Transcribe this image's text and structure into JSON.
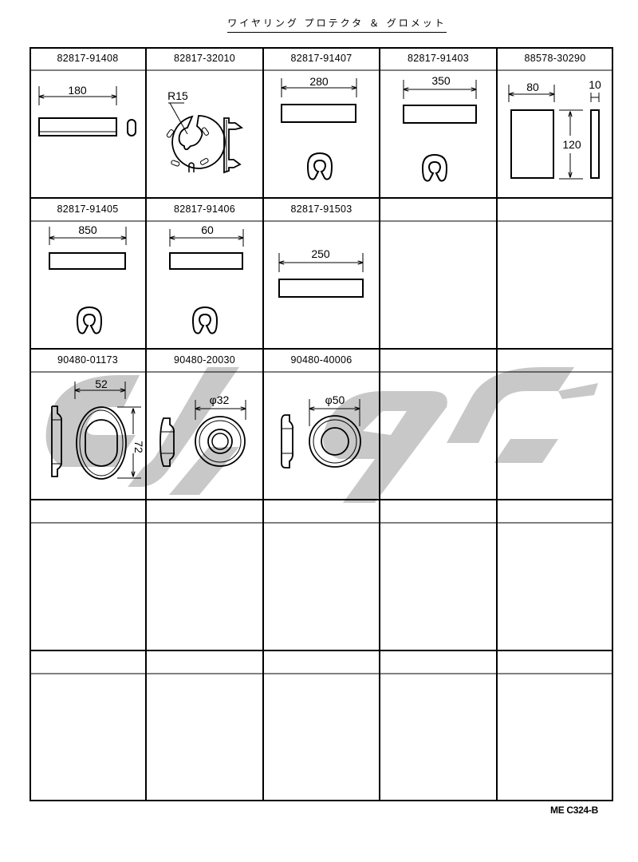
{
  "title": "ワイヤリング プロテクタ ＆ グロメット",
  "footer_code": "ME C324-B",
  "columns": 5,
  "rows": [
    {
      "cells": [
        {
          "part_number": "82817-91408",
          "drawing": "protector-strip",
          "dims": {
            "length": "180"
          }
        },
        {
          "part_number": "82817-32010",
          "drawing": "round-clip",
          "dims": {
            "radius": "R15"
          }
        },
        {
          "part_number": "82817-91407",
          "drawing": "protector-strip-with-profile",
          "dims": {
            "length": "280"
          }
        },
        {
          "part_number": "82817-91403",
          "drawing": "protector-strip-with-profile",
          "dims": {
            "length": "350"
          }
        },
        {
          "part_number": "88578-30290",
          "drawing": "pad",
          "dims": {
            "width": "80",
            "height": "120",
            "thickness": "10"
          }
        }
      ]
    },
    {
      "cells": [
        {
          "part_number": "82817-91405",
          "drawing": "protector-strip-with-profile",
          "dims": {
            "length": "850"
          }
        },
        {
          "part_number": "82817-91406",
          "drawing": "protector-strip-with-profile",
          "dims": {
            "length": "60"
          }
        },
        {
          "part_number": "82817-91503",
          "drawing": "protector-strip",
          "dims": {
            "length": "250"
          }
        },
        {
          "part_number": "",
          "drawing": "",
          "dims": {}
        },
        {
          "part_number": "",
          "drawing": "",
          "dims": {}
        }
      ]
    },
    {
      "cells": [
        {
          "part_number": "90480-01173",
          "drawing": "oval-grommet",
          "dims": {
            "width": "52",
            "height": "72"
          }
        },
        {
          "part_number": "90480-20030",
          "drawing": "round-grommet",
          "dims": {
            "diameter": "φ32"
          }
        },
        {
          "part_number": "90480-40006",
          "drawing": "round-grommet",
          "dims": {
            "diameter": "φ50"
          }
        },
        {
          "part_number": "",
          "drawing": "",
          "dims": {}
        },
        {
          "part_number": "",
          "drawing": "",
          "dims": {}
        }
      ]
    },
    {
      "cells": [
        {
          "part_number": ""
        },
        {
          "part_number": ""
        },
        {
          "part_number": ""
        },
        {
          "part_number": ""
        },
        {
          "part_number": ""
        }
      ]
    },
    {
      "cells": [
        {
          "part_number": ""
        },
        {
          "part_number": ""
        },
        {
          "part_number": ""
        },
        {
          "part_number": ""
        },
        {
          "part_number": ""
        }
      ]
    }
  ],
  "colors": {
    "line": "#000000",
    "watermark": "#c8c8c8",
    "background": "#ffffff"
  }
}
